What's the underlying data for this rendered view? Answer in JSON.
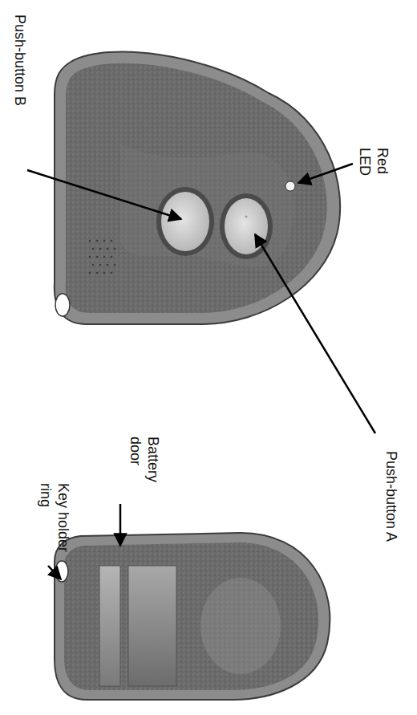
{
  "diagram": {
    "labels": [
      "Push-button B",
      "Red LED",
      "Push-button A",
      "Key holder ring",
      "Battery door"
    ]
  }
}
